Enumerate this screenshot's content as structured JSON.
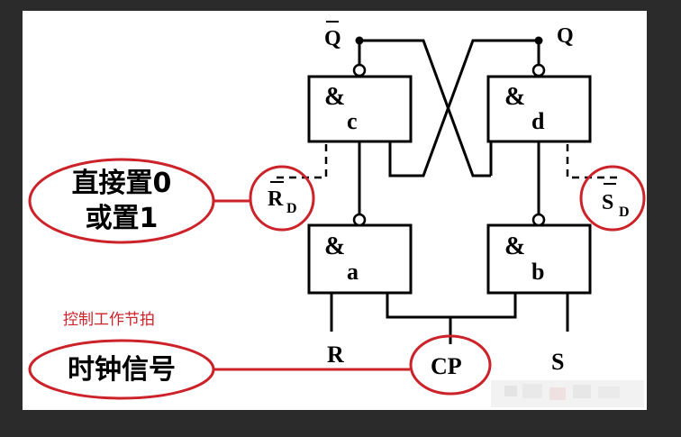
{
  "diagram": {
    "gates": {
      "c": {
        "symbol": "&",
        "name": "c"
      },
      "d": {
        "symbol": "&",
        "name": "d"
      },
      "a": {
        "symbol": "&",
        "name": "a"
      },
      "b": {
        "symbol": "&",
        "name": "b"
      }
    },
    "outputs": {
      "q_bar": "Q",
      "q": "Q"
    },
    "inputs": {
      "r": "R",
      "s": "S",
      "cp": "CP"
    },
    "direct_inputs": {
      "rd_letter": "R",
      "rd_sub": "D",
      "sd_letter": "S",
      "sd_sub": "D"
    },
    "annotations": {
      "direct_set_line1": "直接置0",
      "direct_set_line2": "或置1",
      "beat_control": "控制工作节拍",
      "clock_signal": "时钟信号"
    },
    "colors": {
      "line": "#000000",
      "annotation": "#cc2229",
      "background": "#ffffff",
      "frame": "#2b2b2b"
    }
  }
}
